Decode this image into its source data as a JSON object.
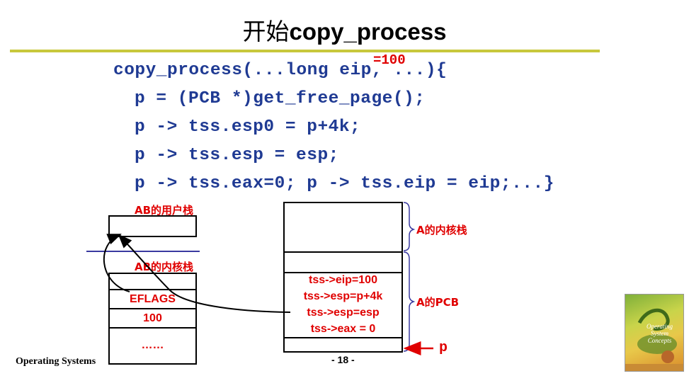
{
  "title": {
    "cn": "开始",
    "latin": "copy_process"
  },
  "annotation": "=100",
  "code_lines": [
    "copy_process(...long eip, ...){",
    "p = (PCB *)get_free_page();",
    "p -> tss.esp0 = p+4k;",
    "p -> tss.esp = esp;",
    "p -> tss.eax=0; p -> tss.eip = eip;...}"
  ],
  "left_diagram": {
    "user_stack_label": "AB的用户栈",
    "kernel_stack_label": "AB的内核栈",
    "cells": [
      "EFLAGS",
      "100",
      "……"
    ]
  },
  "right_diagram": {
    "kernel_stack_label": "A的内核栈",
    "pcb_label": "A的PCB",
    "pcb_fields": [
      "tss->eip=100",
      "tss->esp=p+4k",
      "tss->esp=esp",
      "tss->eax = 0"
    ],
    "pointer_label": "p"
  },
  "footer": {
    "course": "Operating Systems",
    "page": "- 18 -"
  },
  "book_cover": {
    "line1": "Operating",
    "line2": "System",
    "line3": "Concepts"
  },
  "colors": {
    "accent_red": "#e00000",
    "code_blue": "#1f3a93",
    "rule": "#c8c83c",
    "divider": "#3a3aa0"
  }
}
